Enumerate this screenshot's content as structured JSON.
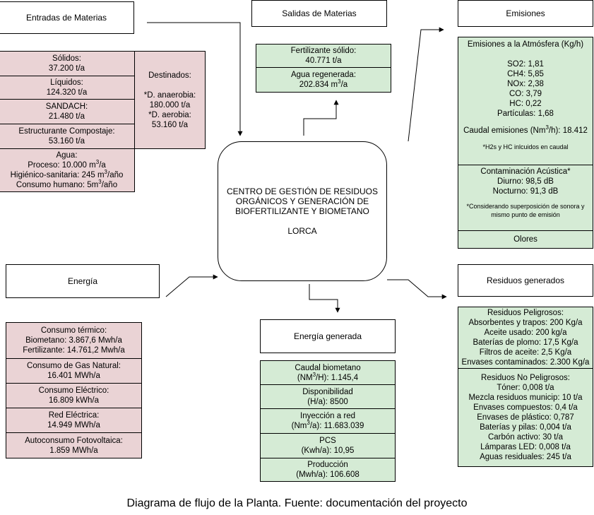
{
  "headers": {
    "inputs": "Entradas de Materias",
    "outputs": "Salidas de Materias",
    "emissions": "Emisiones",
    "energy": "Energía",
    "waste": "Residuos generados",
    "energy_generated": "Energía generada"
  },
  "center": {
    "line1": "CENTRO DE GESTIÓN DE RESIDUOS",
    "line2": "ORGÁNICOS Y GENERACIÓN DE",
    "line3": "BIOFERTILIZANTE Y BIOMETANO",
    "line4": "LORCA"
  },
  "inputs": {
    "solidos_label": "Sólidos:",
    "solidos_value": "37.200 t/a",
    "liquidos_label": "Líquidos:",
    "liquidos_value": "124.320 t/a",
    "sandach_label": "SANDACH:",
    "sandach_value": "21.480 t/a",
    "estructurante_label": "Estructurante Compostaje:",
    "estructurante_value": "53.160 t/a",
    "agua_label": "Agua:",
    "agua_proceso_text": "Proceso: 10.000 m",
    "agua_proceso_unit": "/a",
    "agua_higienico_text": "Higiénico-sanitaria: 245 m",
    "agua_higienico_unit": "/año",
    "agua_consumo_text": "Consumo humano: 5m",
    "agua_consumo_unit": "/año",
    "sup3": "3",
    "destinados_title": "Destinados:",
    "destinados_anaerobia_label": "*D. anaerobia:",
    "destinados_anaerobia_value": "180.000 t/a",
    "destinados_aerobia_label": "*D. aerobia:",
    "destinados_aerobia_value": "53.160 t/a"
  },
  "outputs": {
    "fertilizante_label": "Fertilizante sólido:",
    "fertilizante_value": "40.771 t/a",
    "agua_label": "Agua regenerada:",
    "agua_value_text": "202.834 m",
    "agua_value_unit": "/a"
  },
  "emissions": {
    "atm_title": "Emisiones a la Atmósfera (Kg/h)",
    "so2": "SO2: 1,81",
    "ch4": "CH4: 5,85",
    "nox": "NOx: 2,38",
    "co": "CO: 3,79",
    "hc": "HC: 0,22",
    "particulas": "Partículas: 1,68",
    "caudal_text_a": "Caudal emisiones (Nm",
    "caudal_text_b": "/h): 18.412",
    "note_h2s": "*H2s y HC inlcuidos en caudal",
    "acustica_title": "Contaminación Acústica*",
    "diurno": "Diurno: 98,5 dB",
    "nocturno": "Nocturno: 91,3 dB",
    "note_sonora_1": "*Considerando superposición de sonora y",
    "note_sonora_2": "mismo punto de emisión",
    "olores": "Olores"
  },
  "energy": {
    "termico_label": "Consumo térmico:",
    "termico_biometano": "Biometano: 3.867,6 Mwh/a",
    "termico_fertilizante": "Fertilizante: 14.761,2 Mwh/a",
    "gas_label": "Consumo de Gas Natural:",
    "gas_value": "16.401 MWh/a",
    "electrico_label": "Consumo Eléctrico:",
    "electrico_value": "16.809 kWh/a",
    "red_label": "Red Eléctrica:",
    "red_value": "14.949 MWh/a",
    "fotovoltaica_label": "Autoconsumo Fotovoltaica:",
    "fotovoltaica_value": "1.859 MWh/a"
  },
  "energy_generated": {
    "caudal_label": "Caudal biometano",
    "caudal_value_a": "(NM",
    "caudal_value_b": "/H): 1.145,4",
    "disponibilidad_label": "Disponibilidad",
    "disponibilidad_value": "(H/a): 8500",
    "inyeccion_label": "Inyección a red",
    "inyeccion_value_a": "(Nm",
    "inyeccion_value_b": "/a): 11.683.039",
    "pcs_label": "PCS",
    "pcs_value": "(Kwh/a): 10,95",
    "produccion_label": "Producción",
    "produccion_value": "(Mwh/a): 106.608"
  },
  "waste": {
    "peligrosos_title": "Residuos Peligrosos:",
    "absorbentes": "Absorbentes y trapos: 200 Kg/a",
    "aceite": "Aceite usado: 200 kg/a",
    "baterias_plomo": "Baterías de plomo: 17,5 Kg/a",
    "filtros": "Filtros de aceite: 2,5 Kg/a",
    "envases_cont": "Envases contaminados: 2.300 Kg/a",
    "no_peligrosos_title": "Residuos No Peligrosos:",
    "toner": "Tóner: 0,008 t/a",
    "mezcla": "Mezcla residuos municip: 10  t/a",
    "envases_comp": "Envases compuestos: 0,4  t/a",
    "envases_plastico": "Envases de plástico: 0,787",
    "baterias_pilas": "Baterías y pilas: 0,004  t/a",
    "carbon": "Carbón activo: 30  t/a",
    "lamparas": "Lámparas LED: 0,008  t/a",
    "aguas": "Aguas residuales: 245 t/a"
  },
  "caption": "Diagrama de flujo de la Planta. Fuente: documentación del proyecto"
}
